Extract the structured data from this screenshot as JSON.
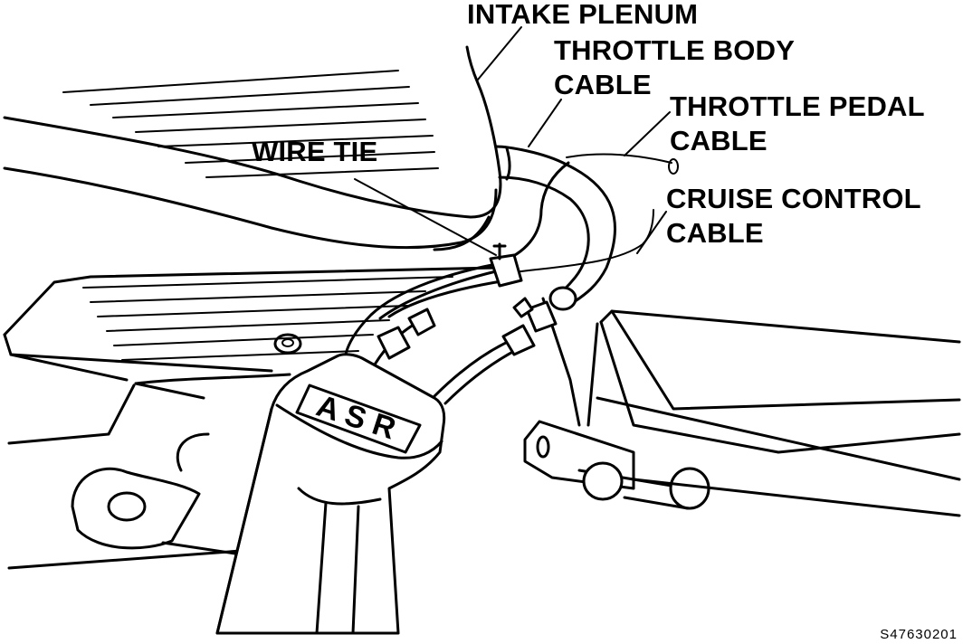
{
  "labels": {
    "intake_plenum": "INTAKE PLENUM",
    "throttle_body_cable_line1": "THROTTLE BODY",
    "throttle_body_cable_line2": "CABLE",
    "throttle_pedal_cable_line1": "THROTTLE PEDAL",
    "throttle_pedal_cable_line2": "CABLE",
    "wire_tie": "WIRE TIE",
    "cruise_control_cable_line1": "CRUISE CONTROL",
    "cruise_control_cable_line2": "CABLE"
  },
  "component": {
    "asr": "A S R"
  },
  "figure_code": "S47630201"
}
